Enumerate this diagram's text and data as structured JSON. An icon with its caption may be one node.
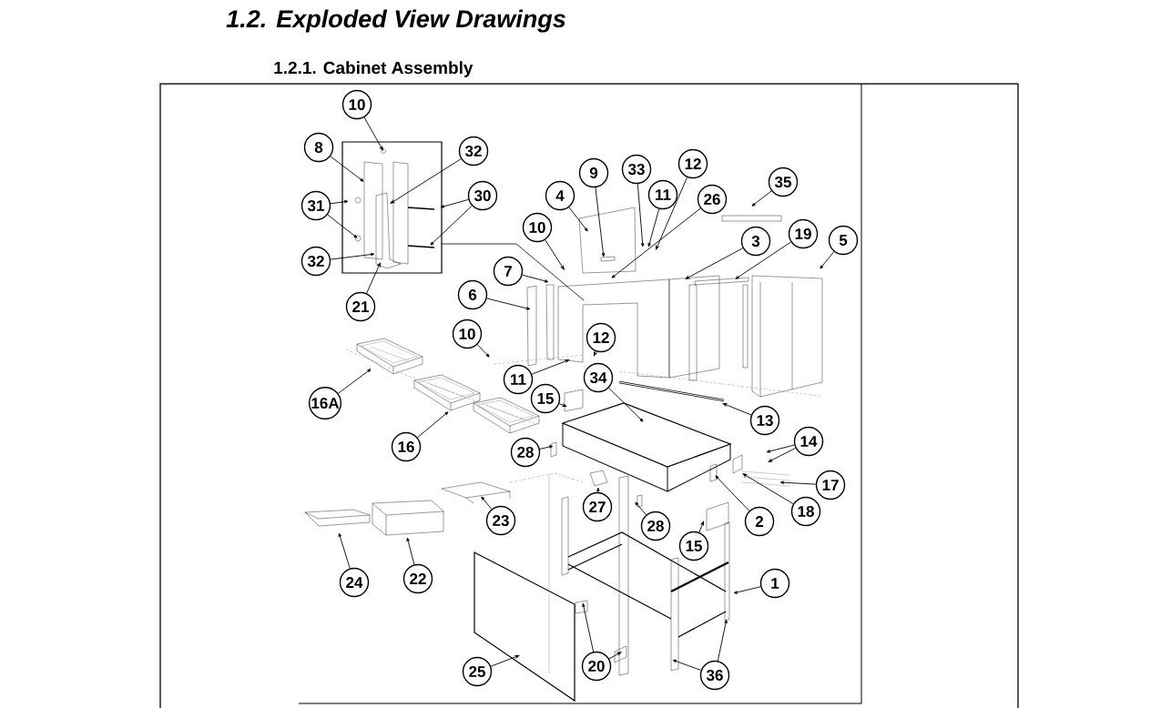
{
  "diagram": {
    "title": "1.2. Exploded View Drawings",
    "nodes": [
      {
        "text": [
          "10"
        ]
      },
      {
        "text": [
          "8"
        ]
      },
      {
        "text": [
          "32"
        ]
      },
      {
        "text": [
          "31"
        ]
      },
      {
        "text": [
          "30"
        ]
      },
      {
        "text": [
          "32"
        ]
      },
      {
        "text": [
          "21"
        ]
      },
      {
        "text": [
          "9"
        ]
      },
      {
        "text": [
          "33"
        ]
      },
      {
        "text": [
          "12"
        ]
      },
      {
        "text": [
          "11"
        ]
      },
      {
        "text": [
          "4"
        ]
      },
      {
        "text": [
          "26"
        ]
      },
      {
        "text": [
          "10"
        ]
      },
      {
        "text": [
          "19"
        ]
      },
      {
        "text": [
          "5"
        ]
      },
      {
        "text": [
          "3"
        ]
      },
      {
        "text": [
          "35"
        ]
      },
      {
        "text": [
          "7"
        ]
      },
      {
        "text": [
          "6"
        ]
      },
      {
        "text": [
          "10"
        ]
      },
      {
        "text": [
          "12"
        ]
      },
      {
        "text": [
          "11"
        ]
      },
      {
        "text": [
          "16A"
        ]
      },
      {
        "text": [
          "16"
        ]
      },
      {
        "text": [
          "34"
        ]
      },
      {
        "text": [
          "15"
        ]
      },
      {
        "text": [
          "13"
        ]
      },
      {
        "text": [
          "28"
        ]
      },
      {
        "text": [
          "14"
        ]
      },
      {
        "text": [
          "17"
        ]
      },
      {
        "text": [
          "27"
        ]
      },
      {
        "text": [
          "28"
        ]
      },
      {
        "text": [
          "2"
        ]
      },
      {
        "text": [
          "18"
        ]
      },
      {
        "text": [
          "15"
        ]
      },
      {
        "text": [
          "23"
        ]
      },
      {
        "text": [
          "22"
        ]
      },
      {
        "text": [
          "24"
        ]
      },
      {
        "text": [
          "1"
        ]
      },
      {
        "text": [
          "25"
        ]
      },
      {
        "text": [
          "20"
        ]
      },
      {
        "text": [
          "36"
        ]
      }
    ],
    "edges": [
      {
        "from": 0,
        "to": null,
        "arrow": "to"
      },
      {
        "from": 1,
        "to": null,
        "arrow": "to"
      },
      {
        "from": 2,
        "to": null,
        "arrow": "to"
      },
      {
        "from": 3,
        "to": null,
        "arrow": "to"
      },
      {
        "from": 3,
        "to": null,
        "arrow": "to"
      },
      {
        "from": 4,
        "to": null,
        "arrow": "to"
      },
      {
        "from": 4,
        "to": null,
        "arrow": "to"
      },
      {
        "from": 5,
        "to": null,
        "arrow": "to"
      },
      {
        "from": 6,
        "to": null,
        "arrow": "to"
      },
      {
        "from": 7,
        "to": null,
        "arrow": "to"
      },
      {
        "from": 8,
        "to": null,
        "arrow": "to"
      },
      {
        "from": 9,
        "to": null,
        "arrow": "to"
      },
      {
        "from": 10,
        "to": null,
        "arrow": "to"
      },
      {
        "from": 11,
        "to": null,
        "arrow": "to"
      },
      {
        "from": 12,
        "to": null,
        "arrow": "to"
      },
      {
        "from": 13,
        "to": null,
        "arrow": "to"
      },
      {
        "from": 14,
        "to": null,
        "arrow": "to"
      },
      {
        "from": 15,
        "to": null,
        "arrow": "to"
      },
      {
        "from": 16,
        "to": null,
        "arrow": "to"
      },
      {
        "from": 17,
        "to": null,
        "arrow": "to"
      },
      {
        "from": 18,
        "to": null,
        "arrow": "to"
      },
      {
        "from": 19,
        "to": null,
        "arrow": "to"
      },
      {
        "from": 20,
        "to": null,
        "arrow": "to"
      },
      {
        "from": 21,
        "to": null,
        "arrow": "to"
      },
      {
        "from": 22,
        "to": null,
        "arrow": "to"
      },
      {
        "from": 23,
        "to": null,
        "arrow": "to"
      },
      {
        "from": 24,
        "to": null,
        "arrow": "to"
      },
      {
        "from": 25,
        "to": null,
        "arrow": "to"
      },
      {
        "from": 26,
        "to": null,
        "arrow": "to"
      },
      {
        "from": 27,
        "to": null,
        "arrow": "to"
      },
      {
        "from": 28,
        "to": null,
        "arrow": "to"
      },
      {
        "from": 29,
        "to": null,
        "arrow": "to"
      },
      {
        "from": 29,
        "to": null,
        "arrow": "to"
      },
      {
        "from": 30,
        "to": null,
        "arrow": "to"
      },
      {
        "from": 31,
        "to": null,
        "arrow": "to"
      },
      {
        "from": 32,
        "to": null,
        "arrow": "to"
      },
      {
        "from": 33,
        "to": null,
        "arrow": "to"
      },
      {
        "from": 34,
        "to": null,
        "arrow": "to"
      },
      {
        "from": 35,
        "to": null,
        "arrow": "to"
      },
      {
        "from": 36,
        "to": null,
        "arrow": "to"
      },
      {
        "from": 37,
        "to": null,
        "arrow": "to"
      },
      {
        "from": 38,
        "to": null,
        "arrow": "to"
      },
      {
        "from": 39,
        "to": null,
        "arrow": "to"
      },
      {
        "from": 40,
        "to": null,
        "arrow": "to"
      },
      {
        "from": 41,
        "to": null,
        "arrow": "to"
      },
      {
        "from": 41,
        "to": null,
        "arrow": "to"
      },
      {
        "from": 42,
        "to": null,
        "arrow": "to"
      },
      {
        "from": 42,
        "to": null,
        "arrow": "to"
      }
    ],
    "labels": [
      "1.2.1. Cabinet Assembly"
    ]
  }
}
